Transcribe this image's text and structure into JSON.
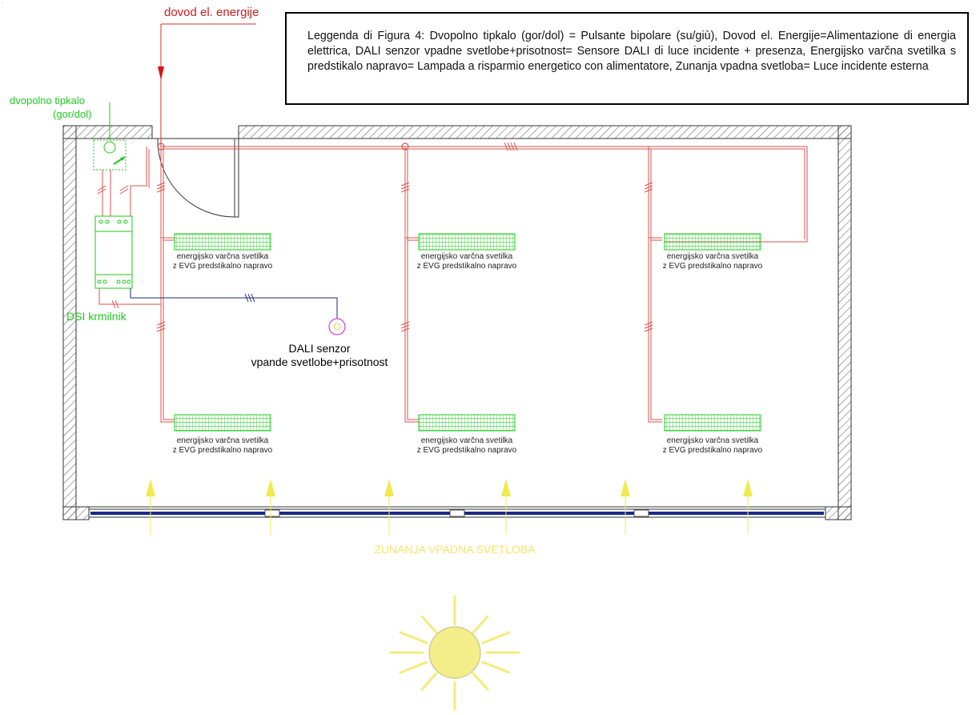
{
  "top_feed_label": "dovod el. energije",
  "legend": "Leggenda di Figura 4: Dvopolno tipkalo (gor/dol) = Pulsante bipolare (su/giù), Dovod el. Energije=Alimentazione di energia elettrica, DALI senzor vpadne svetlobe+prisotnost= Sensore DALI di luce incidente + presenza, Energijsko varčna svetilka s predstikalo napravo= Lampada a risparmio energetico con alimentatore, Zunanja vpadna svetloba= Luce incidente esterna",
  "switch": {
    "label_1": "dvopolno tipkalo",
    "label_2": "(gor/dol)"
  },
  "controller": {
    "label": "DSI krmilnik"
  },
  "sensor": {
    "label_1": "DALI senzor",
    "label_2": "vpande svetlobe+prisotnost"
  },
  "lamp_label_1": "energijsko varčna svetilka",
  "lamp_label_2": "z EVG predstikalno napravo",
  "exterior_light_label": "ZUNANJA VPADNA SVETLOBA",
  "colors": {
    "wiring": "#d9534f",
    "fixture": "#22cc22",
    "sensor": "#cc44cc",
    "sun": "#f4ec7a",
    "arrows": "#f0ea50",
    "window": "#1b2a8c"
  }
}
